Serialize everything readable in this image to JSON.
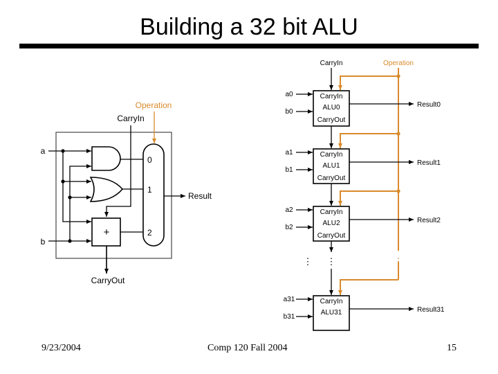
{
  "slide": {
    "title": "Building a 32 bit ALU",
    "footer": {
      "date": "9/23/2004",
      "course": "Comp 120 Fall 2004",
      "page_number": "15"
    }
  },
  "colors": {
    "operation": "#d98a2b",
    "wire": "#000000"
  },
  "one_bit_alu": {
    "operation_label": "Operation",
    "carry_in_label": "CarryIn",
    "input_a_label": "a",
    "input_b_label": "b",
    "adder_symbol": "+",
    "mux_inputs": [
      "0",
      "1",
      "2"
    ],
    "result_label": "Result",
    "carry_out_label": "CarryOut"
  },
  "ripple_alu": {
    "carry_in_label": "CarryIn",
    "operation_label": "Operation",
    "ellipsis": "⋮",
    "stages": [
      {
        "name": "ALU0",
        "a": "a0",
        "b": "b0",
        "carry_in": "CarryIn",
        "carry_out": "CarryOut",
        "result": "Result0"
      },
      {
        "name": "ALU1",
        "a": "a1",
        "b": "b1",
        "carry_in": "CarryIn",
        "carry_out": "CarryOut",
        "result": "Result1"
      },
      {
        "name": "ALU2",
        "a": "a2",
        "b": "b2",
        "carry_in": "CarryIn",
        "carry_out": "CarryOut",
        "result": "Result2"
      },
      {
        "name": "ALU31",
        "a": "a31",
        "b": "b31",
        "carry_in": "CarryIn",
        "carry_out": "",
        "result": "Result31"
      }
    ]
  }
}
